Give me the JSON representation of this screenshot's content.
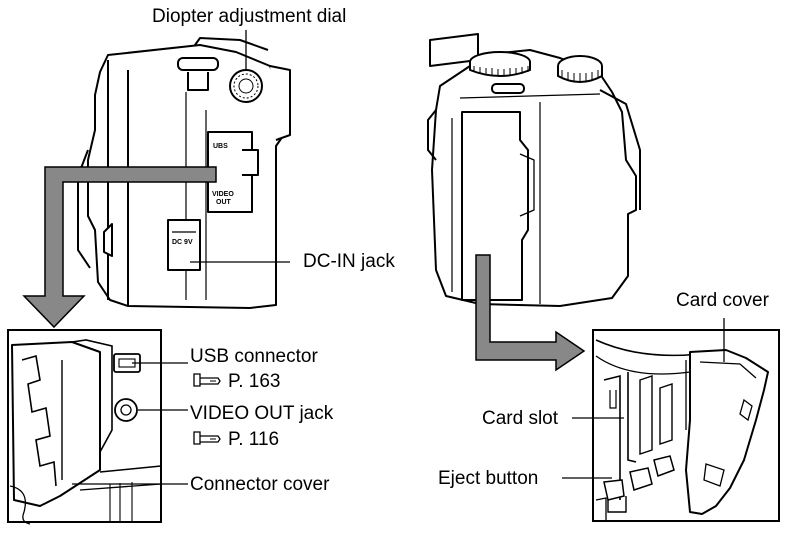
{
  "labels": {
    "diopter": "Diopter adjustment dial",
    "dc_in": "DC-IN jack",
    "usb": "USB connector",
    "usb_ref": "P. 163",
    "video_out": "VIDEO OUT jack",
    "video_ref": "P. 116",
    "connector_cover": "Connector cover",
    "card_cover": "Card cover",
    "card_slot": "Card slot",
    "eject": "Eject button"
  },
  "body_markings": {
    "usb_port": "UBS",
    "video_port_line1": "VIDEO",
    "video_port_line2": "OUT",
    "dc_port": "DC 9V"
  },
  "icons": {
    "reference": "page-reference-icon"
  },
  "colors": {
    "arrow": "#888888",
    "line": "#000000"
  }
}
